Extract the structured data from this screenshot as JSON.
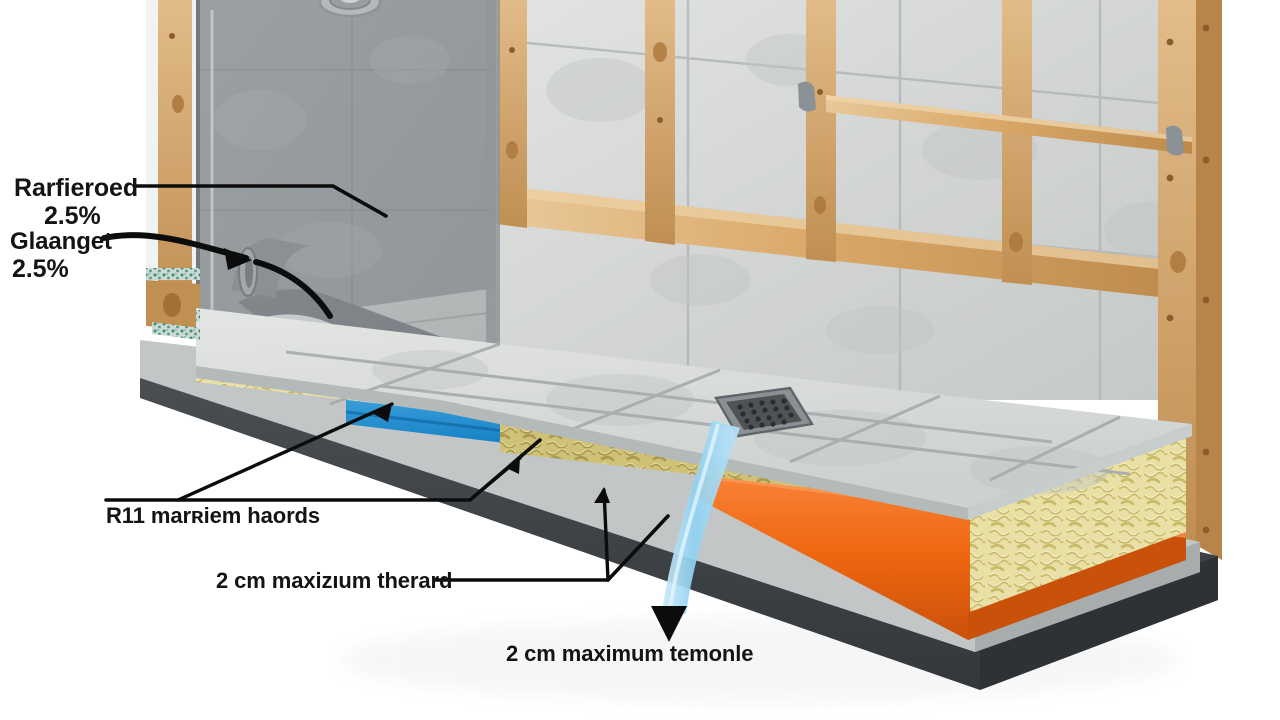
{
  "illustration": {
    "title": "Tiled shower floor cut-away assembly",
    "type": "technical-cutaway",
    "background_color": "#ffffff"
  },
  "labels": [
    {
      "id": "reinforced",
      "text": "Rarfieroed",
      "leader": "elbow-line",
      "target": "shower-floor-slope"
    },
    {
      "id": "reinforced_pct",
      "text": "2.5%",
      "leader": "none",
      "target": "shower-floor-slope"
    },
    {
      "id": "glanget",
      "text": "Glaanget",
      "leader": "curved-arrow",
      "target": "membrane-roll"
    },
    {
      "id": "glanget_pct",
      "text": "2.5%",
      "leader": "none",
      "target": "membrane-roll"
    },
    {
      "id": "r11",
      "text": "R11 marʀiem haords",
      "leader": "bracket-arrow",
      "target": "blue-membrane-edge"
    },
    {
      "id": "screed",
      "text": "2 cm maxizıum therard",
      "leader": "bracket-arrow",
      "target": "blue-membrane-edge"
    },
    {
      "id": "bottom",
      "text": "2 cm maximum temonle",
      "leader": "down-arrowhead",
      "target": "water-flow-stream"
    }
  ],
  "layers": [
    {
      "name": "floor-tile",
      "label": "Tile surface",
      "color": "#d9dcdc"
    },
    {
      "name": "tile-edge",
      "label": "Tile edge",
      "color": "#b9bdbd"
    },
    {
      "name": "mortar-bed",
      "label": "Notched mortar bed",
      "color": "#e9e0a6"
    },
    {
      "name": "mortar-bed-shadow",
      "label": "Mortar bed (shaded)",
      "color": "#c9bd6e"
    },
    {
      "name": "blue-membrane",
      "label": "Blue waterproof membrane",
      "color": "#1a85c8"
    },
    {
      "name": "orange-membrane",
      "label": "Orange waterproof membrane",
      "color": "#ef6611"
    },
    {
      "name": "backer-board",
      "label": "Backer board",
      "color": "#b4b8b8"
    },
    {
      "name": "subfloor",
      "label": "Subfloor slab",
      "color": "#3d4246"
    },
    {
      "name": "wood-framing",
      "label": "Wood stud framing",
      "color": "#d8a566"
    },
    {
      "name": "wall-tile",
      "label": "Wall tile",
      "color": "#d6d8d7"
    },
    {
      "name": "glass-panel",
      "label": "Glass shower panel",
      "color": "#8b9094"
    },
    {
      "name": "joint-strip",
      "label": "Sealing joint strip",
      "color": "#79b4a8"
    },
    {
      "name": "water-flow",
      "label": "Water flow",
      "color": "#9fd8f2"
    },
    {
      "name": "drain",
      "label": "Square floor drain",
      "color": "#7e8589"
    }
  ],
  "drain": {
    "name": "floor-drain",
    "shape": "square-grate",
    "hole_rows": 5,
    "hole_cols": 6
  },
  "fixtures": {
    "showerhead": "chrome-showerhead",
    "wall_rail": "wood-rail-with-brackets"
  },
  "colors": {
    "tile_light": "#dcdfde",
    "tile_mid": "#c9cdcc",
    "grout": "#9fa4a4",
    "mortar": "#e9e0a6",
    "mortar_dark": "#c9bd6e",
    "blue": "#1a85c8",
    "blue_dark": "#11689f",
    "orange": "#ef6611",
    "orange_dark": "#c9510a",
    "wood": "#d8a566",
    "wood_dark": "#b07e41",
    "wood_light": "#e8c596",
    "gray_board": "#b4b8b8",
    "subfloor": "#3d4246",
    "water": "#9fd8f2",
    "label_text": "#141414",
    "leader": "#000000"
  }
}
